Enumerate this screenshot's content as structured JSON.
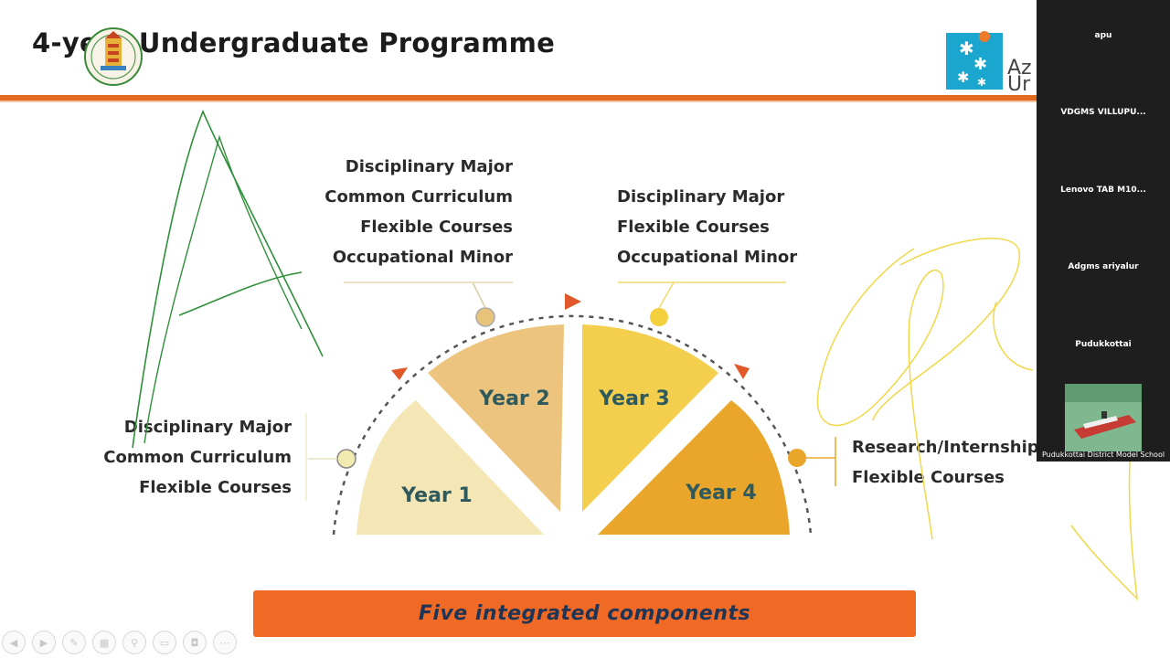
{
  "slide": {
    "title": "4-year Undergraduate Programme",
    "logo": {
      "text_line1": "Az",
      "text_line2": "Ur"
    },
    "year_labels": [
      "Year 1",
      "Year 2",
      "Year 3",
      "Year 4"
    ],
    "year1_components": [
      "Disciplinary Major",
      "Common Curriculum",
      "Flexible Courses"
    ],
    "year2_components": [
      "Disciplinary Major",
      "Common Curriculum",
      "Flexible Courses",
      "Occupational Minor"
    ],
    "year3_components": [
      "Disciplinary Major",
      "Flexible Courses",
      "Occupational Minor"
    ],
    "year4_components": [
      "Research/Internship",
      "Flexible Courses"
    ],
    "banner": "Five integrated components",
    "colors": {
      "accent_orange": "#e36b1f",
      "banner": "#f06a26",
      "year1": "#f5e7b5",
      "year2": "#ecc47d",
      "year3": "#f4cf4e",
      "year4": "#eaa62a",
      "annotation_green": "#2f8f3a",
      "annotation_yellow": "#f0d84a"
    }
  },
  "participants": {
    "names": [
      "apu",
      "VDGMS VILLUPU...",
      "Lenovo TAB M10...",
      "Adgms ariyalur",
      "Pudukkottai",
      "Pudukkottai District Model School"
    ]
  },
  "toolbar": {
    "icons": [
      "prev-icon",
      "next-icon",
      "pen-icon",
      "grid-icon",
      "zoom-icon",
      "subtitle-icon",
      "camera-icon",
      "more-icon"
    ]
  }
}
